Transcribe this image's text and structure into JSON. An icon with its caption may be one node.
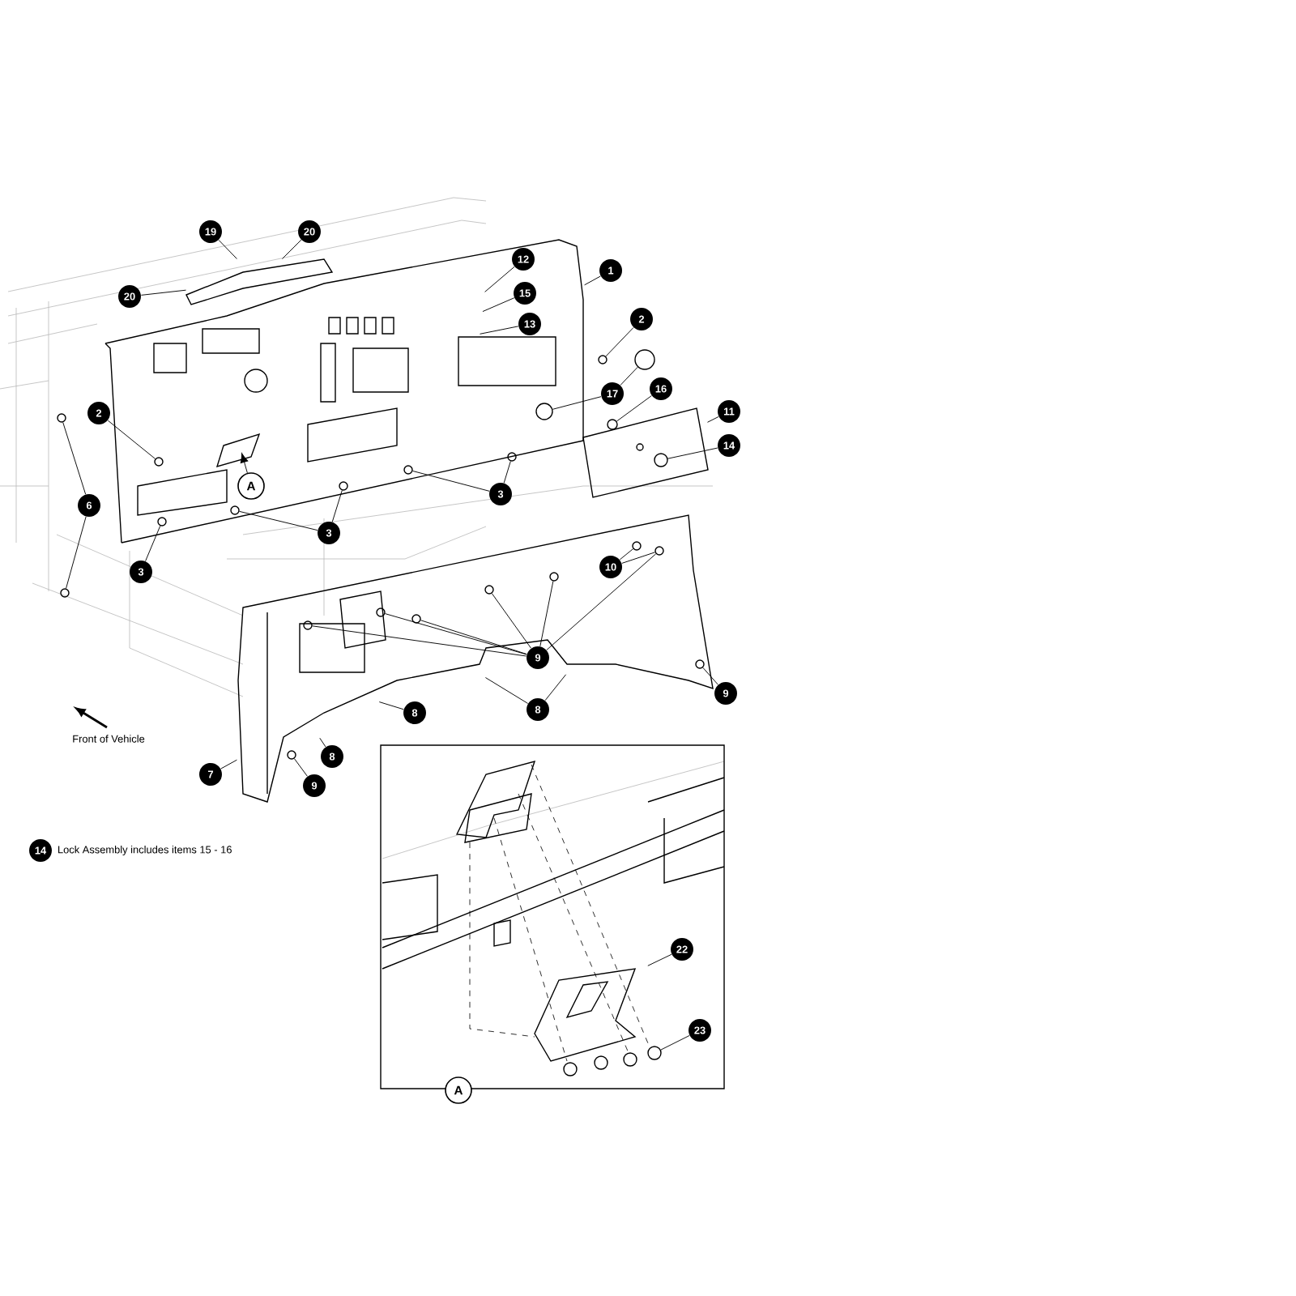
{
  "diagram": {
    "nodes": [
      {
        "text": [
          "19"
        ]
      },
      {
        "text": [
          "20"
        ]
      },
      {
        "text": [
          "20"
        ]
      },
      {
        "text": [
          "12"
        ]
      },
      {
        "text": [
          "1"
        ]
      },
      {
        "text": [
          "15"
        ]
      },
      {
        "text": [
          "13"
        ]
      },
      {
        "text": [
          "2"
        ]
      },
      {
        "text": [
          "17"
        ]
      },
      {
        "text": [
          "16"
        ]
      },
      {
        "text": [
          "11"
        ]
      },
      {
        "text": [
          "14"
        ]
      },
      {
        "text": [
          "2"
        ]
      },
      {
        "text": [
          "A"
        ]
      },
      {
        "text": [
          "3"
        ]
      },
      {
        "text": [
          "6"
        ]
      },
      {
        "text": [
          "3"
        ]
      },
      {
        "text": [
          "10"
        ]
      },
      {
        "text": [
          "3"
        ]
      },
      {
        "text": [
          "9"
        ]
      },
      {
        "text": [
          "9"
        ]
      },
      {
        "text": [
          "8"
        ]
      },
      {
        "text": [
          "8"
        ]
      },
      {
        "text": [
          "8"
        ]
      },
      {
        "text": [
          "7"
        ]
      },
      {
        "text": [
          "9"
        ]
      },
      {
        "text": [
          "14"
        ],
        "beside": [
          "Lock Assembly includes items 15 - 16"
        ]
      },
      {
        "text": [],
        "shape": "box"
      },
      {
        "text": [
          "22"
        ],
        "in": 27
      },
      {
        "text": [
          "23"
        ],
        "in": 27
      },
      {
        "text": [
          "A"
        ]
      },
      {
        "text": [],
        "shape": "circle"
      },
      {
        "text": [],
        "shape": "circle"
      },
      {
        "text": [],
        "shape": "circle"
      },
      {
        "text": [],
        "shape": "circle"
      },
      {
        "text": [],
        "shape": "circle"
      },
      {
        "text": [],
        "shape": "circle"
      },
      {
        "text": [],
        "shape": "circle"
      },
      {
        "text": [],
        "shape": "circle"
      },
      {
        "text": [],
        "shape": "circle"
      },
      {
        "text": [],
        "shape": "circle"
      },
      {
        "text": [],
        "shape": "circle"
      },
      {
        "text": [],
        "shape": "circle"
      },
      {
        "text": [],
        "shape": "circle"
      },
      {
        "text": [],
        "shape": "circle"
      },
      {
        "text": [],
        "shape": "circle"
      },
      {
        "text": [],
        "shape": "circle"
      },
      {
        "text": [],
        "shape": "circle"
      },
      {
        "text": [],
        "shape": "circle"
      },
      {
        "text": [],
        "shape": "circle"
      },
      {
        "text": [],
        "shape": "circle",
        "in": 27
      },
      {
        "text": [],
        "shape": "circle"
      },
      {
        "text": [],
        "shape": "picture"
      },
      {
        "text": [],
        "shape": "circle"
      },
      {
        "text": [],
        "shape": "picture"
      },
      {
        "text": [],
        "shape": "circle",
        "in": 52
      }
    ],
    "edges": [
      {
        "from": 0,
        "to": 54,
        "arrow": "none"
      },
      {
        "from": 1,
        "to": 54,
        "arrow": "none"
      },
      {
        "from": 2,
        "to": 54,
        "arrow": "none"
      },
      {
        "from": 3,
        "to": null,
        "arrow": "none"
      },
      {
        "from": 4,
        "to": null,
        "arrow": "none"
      },
      {
        "from": 5,
        "to": null,
        "arrow": "none"
      },
      {
        "from": 6,
        "to": null,
        "arrow": "none"
      },
      {
        "from": 7,
        "to": 46,
        "arrow": "none"
      },
      {
        "from": 8,
        "to": 44,
        "arrow": "none"
      },
      {
        "from": 8,
        "to": 49,
        "arrow": "none"
      },
      {
        "from": 9,
        "to": 47,
        "arrow": "none"
      },
      {
        "from": 10,
        "to": 52,
        "arrow": "none"
      },
      {
        "from": 11,
        "to": 55,
        "arrow": "none"
      },
      {
        "from": 12,
        "to": 33,
        "arrow": "none"
      },
      {
        "from": 13,
        "to": null,
        "arrow": "to"
      },
      {
        "from": 14,
        "to": 43,
        "arrow": "none"
      },
      {
        "from": 14,
        "to": 40,
        "arrow": "none"
      },
      {
        "from": 15,
        "to": 31,
        "arrow": "none"
      },
      {
        "from": 15,
        "to": 32,
        "arrow": "none"
      },
      {
        "from": 16,
        "to": 38,
        "arrow": "none"
      },
      {
        "from": 16,
        "to": 35,
        "arrow": "none"
      },
      {
        "from": 17,
        "to": 48,
        "arrow": "none"
      },
      {
        "from": 17,
        "to": 51,
        "arrow": "none"
      },
      {
        "from": 18,
        "to": 34,
        "arrow": "none"
      },
      {
        "from": 19,
        "to": 37,
        "arrow": "none"
      },
      {
        "from": 19,
        "to": 39,
        "arrow": "none"
      },
      {
        "from": 19,
        "to": 41,
        "arrow": "none"
      },
      {
        "from": 19,
        "to": 42,
        "arrow": "none"
      },
      {
        "from": 19,
        "to": 45,
        "arrow": "none"
      },
      {
        "from": 19,
        "to": 51,
        "arrow": "none"
      },
      {
        "from": 20,
        "to": 53,
        "arrow": "none"
      },
      {
        "from": 21,
        "to": null,
        "arrow": "none"
      },
      {
        "from": 22,
        "to": null,
        "arrow": "none"
      },
      {
        "from": 22,
        "to": null,
        "arrow": "none"
      },
      {
        "from": 23,
        "to": null,
        "arrow": "none"
      },
      {
        "from": 24,
        "to": null,
        "arrow": "none"
      },
      {
        "from": 25,
        "to": 36,
        "arrow": "none"
      },
      {
        "from": 28,
        "to": null,
        "arrow": "none"
      },
      {
        "from": 29,
        "to": 50,
        "arrow": "none"
      }
    ],
    "labels": [
      "Front of Vehicle"
    ]
  }
}
